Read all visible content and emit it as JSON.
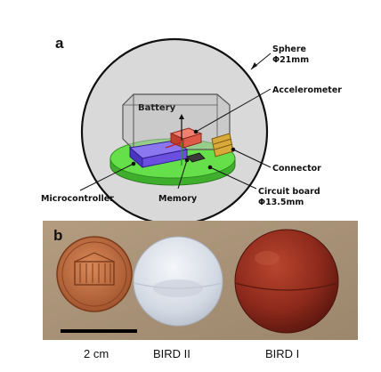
{
  "panels": {
    "a": {
      "letter": "a",
      "labels": {
        "sphere": "Sphere",
        "sphere_dim": "Φ21mm",
        "battery": "Battery",
        "accelerometer": "Accelerometer",
        "connector": "Connector",
        "circuit_board": "Circuit board",
        "circuit_board_dim": "Φ13.5mm",
        "microcontroller": "Microcontroller",
        "memory": "Memory"
      },
      "colors": {
        "sphere_fill": "#d9d9d9",
        "board": "#66e04a",
        "microcontroller": "#6a4fe0",
        "accelerometer": "#e05a4a",
        "connector": "#d9a93a",
        "battery": "#bdbdbd"
      }
    },
    "b": {
      "letter": "b",
      "captions": {
        "scale": "2 cm",
        "bird2": "BIRD II",
        "bird1": "BIRD I"
      },
      "colors": {
        "background": "#a8927a",
        "penny": "#c06a3a",
        "bird2": "#dfe3ea",
        "bird1": "#8e2a1c"
      }
    }
  }
}
